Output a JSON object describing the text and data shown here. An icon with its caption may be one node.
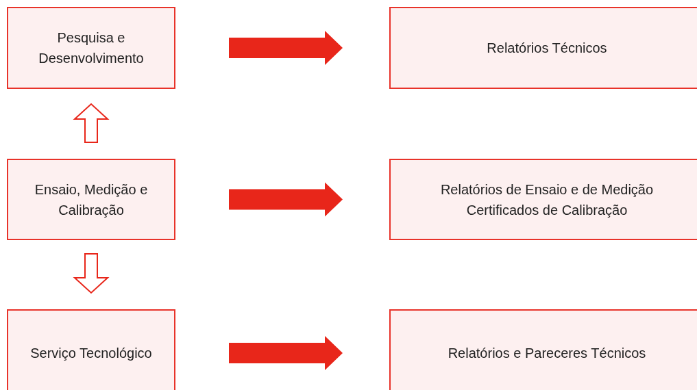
{
  "diagram": {
    "nodes": [
      {
        "text": [
          "Pesquisa e Desenvolvimento"
        ]
      },
      {
        "text": [
          "Relatórios Técnicos"
        ]
      },
      {
        "text": [
          "Ensaio, Medição e Calibração"
        ]
      },
      {
        "text": [
          "Relatórios de Ensaio e de Medição Certificados de Calibração"
        ]
      },
      {
        "text": [
          "Serviço Tecnológico"
        ]
      },
      {
        "text": [
          "Relatórios e Pareceres Técnicos"
        ]
      }
    ],
    "edges": [
      {
        "from": 0,
        "to": 1,
        "arrow": "to",
        "style": "thick"
      },
      {
        "from": 2,
        "to": 0,
        "arrow": "to"
      },
      {
        "from": 2,
        "to": 3,
        "arrow": "to",
        "style": "thick"
      },
      {
        "from": 2,
        "to": 4,
        "arrow": "to"
      },
      {
        "from": 4,
        "to": 5,
        "arrow": "to",
        "style": "thick"
      }
    ]
  }
}
